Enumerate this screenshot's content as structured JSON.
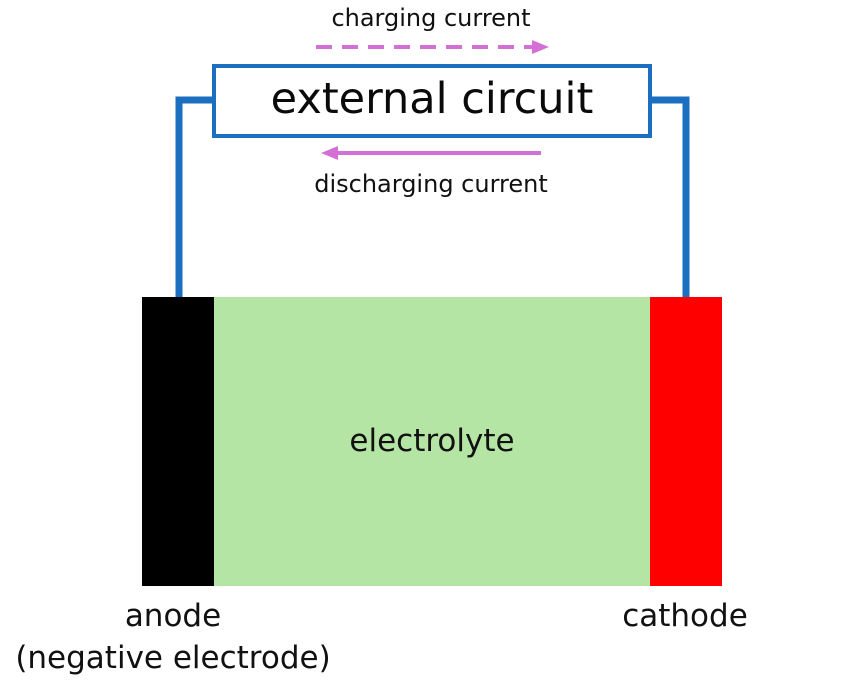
{
  "labels": {
    "charging_current": "charging current",
    "discharging_current": "discharging current",
    "external_circuit": "external circuit",
    "electrolyte": "electrolyte",
    "anode": "anode",
    "anode_note": "(negative electrode)",
    "cathode": "cathode"
  },
  "colors": {
    "wire": "#1b6fc0",
    "box_border": "#1b6fc0",
    "current_arrow": "#d46fd6",
    "anode": "#000000",
    "cathode": "#ff0000",
    "electrolyte": "#b5e5a4"
  },
  "arrows": {
    "charging": {
      "direction": "right",
      "style": "dashed"
    },
    "discharging": {
      "direction": "left",
      "style": "solid"
    }
  }
}
